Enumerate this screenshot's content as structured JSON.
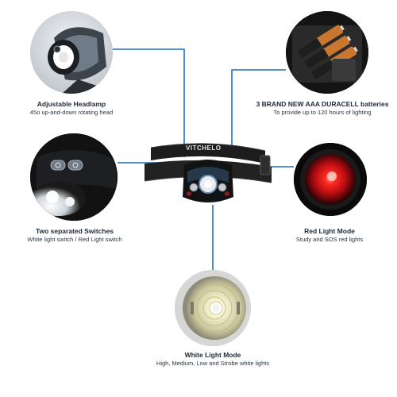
{
  "features": {
    "headlamp": {
      "title": "Adjustable Headlamp",
      "description": "45o up-and-down rotating head"
    },
    "batteries": {
      "title": "3 BRAND NEW AAA DURACELL batteries",
      "description": "To provide up to 120 hours of lighting"
    },
    "switches": {
      "title": "Two separated Switches",
      "description": "White light switch / Red Light switch"
    },
    "red_mode": {
      "title": "Red Light Mode",
      "description": "Study and SOS red lights"
    },
    "white_mode": {
      "title": "White Light Mode",
      "description": "High, Medium, Low and Strobe white lights"
    }
  },
  "product": {
    "brand": "VITCHELO"
  },
  "colors": {
    "connector": "#1f6fc4",
    "red_light": "#e0151a",
    "white_light": "#f4f0c8"
  }
}
